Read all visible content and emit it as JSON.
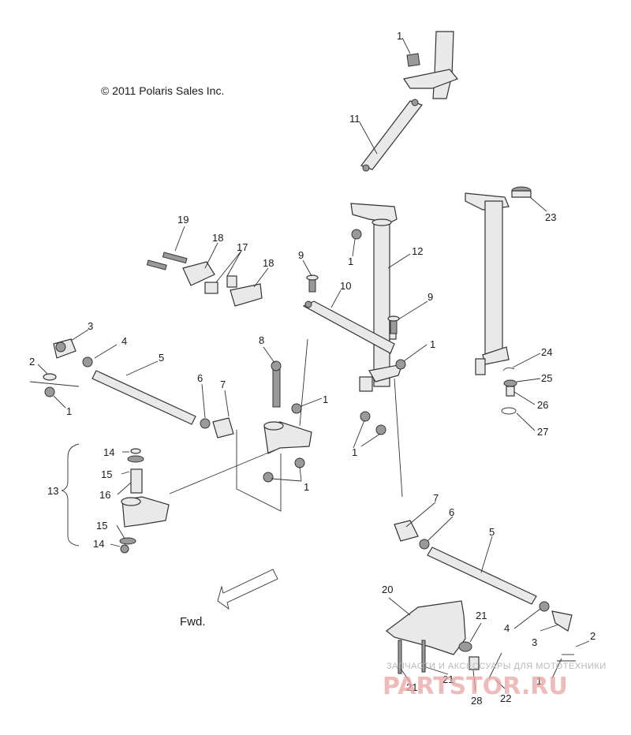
{
  "copyright": "© 2011 Polaris Sales Inc.",
  "direction_label": "Fwd.",
  "watermark": {
    "tagline": "ЗАПЧАСТИ И АКСЕССУАРЫ ДЛЯ МОТОТЕХНИКИ",
    "brand": "PARTSTOR.RU"
  },
  "callouts": {
    "c1_top": "1",
    "c11": "11",
    "c23": "23",
    "c19": "19",
    "c18a": "18",
    "c17": "17",
    "c18b": "18",
    "c9a": "9",
    "c1_mid": "1",
    "c12": "12",
    "c10": "10",
    "c9b": "9",
    "c3l": "3",
    "c4l": "4",
    "c2l": "2",
    "c5l": "5",
    "c1l": "1",
    "c8": "8",
    "c1_colA": "1",
    "c1_colB": "1",
    "c6l": "6",
    "c7l": "7",
    "c1_bot": "1",
    "c1_pair": "1",
    "c24": "24",
    "c25": "25",
    "c26": "26",
    "c27": "27",
    "c14a": "14",
    "c15a": "15",
    "c16": "16",
    "c13": "13",
    "c15b": "15",
    "c14b": "14",
    "c7r": "7",
    "c6r": "6",
    "c5r": "5",
    "c20": "20",
    "c21a": "21",
    "c4r": "4",
    "c3r": "3",
    "c2r": "2",
    "c21b": "21",
    "c21c": "21",
    "c1r": "1",
    "c28": "28",
    "c22": "22"
  }
}
